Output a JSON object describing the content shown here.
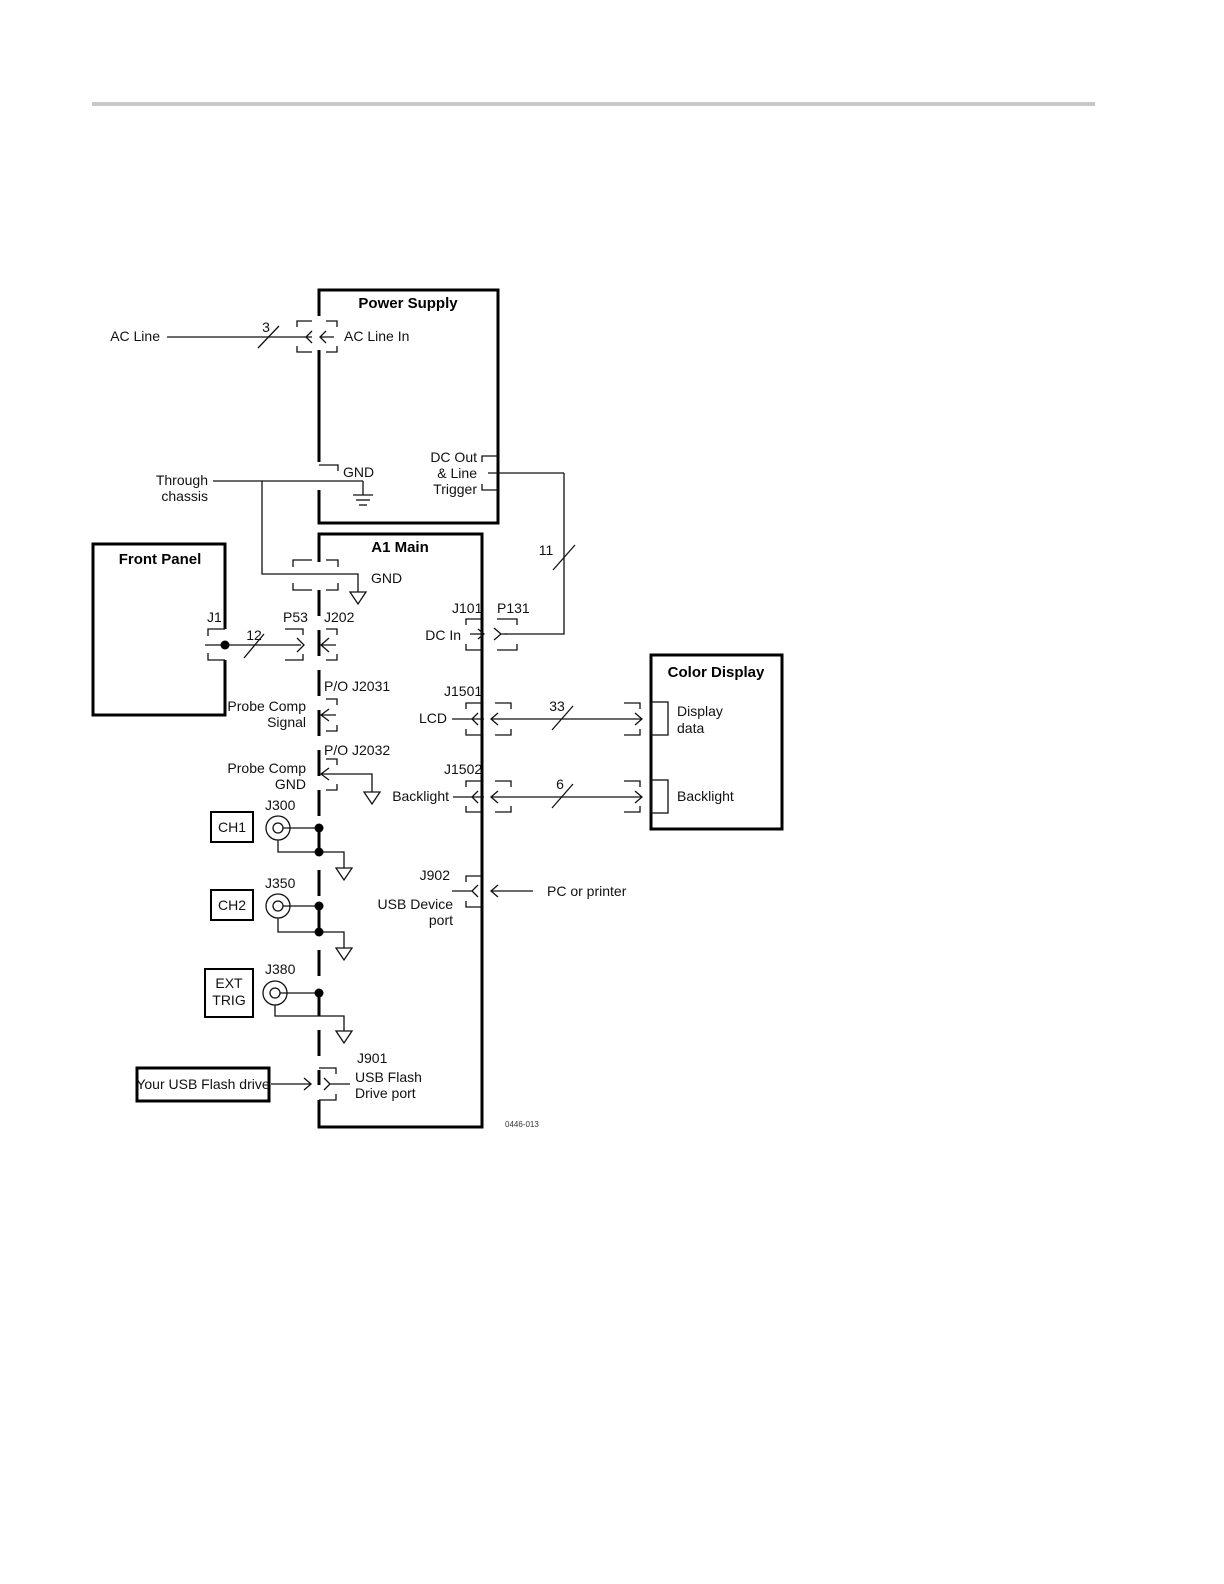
{
  "labels": {
    "power_supply": "Power Supply",
    "ac_line": "AC Line",
    "ac_line_count": "3",
    "ac_line_in": "AC Line In",
    "gnd_ps": "GND",
    "dc_out_1": "DC Out",
    "dc_out_2": "& Line",
    "dc_out_3": "Trigger",
    "through_1": "Through",
    "through_2": "chassis",
    "a1_main": "A1 Main",
    "gnd_a1": "GND",
    "count_11": "11",
    "front_panel": "Front Panel",
    "j1": "J1",
    "p53": "P53",
    "count_12": "12",
    "j202": "J202",
    "j101": "J101",
    "p131": "P131",
    "dc_in": "DC In",
    "color_display": "Color Display",
    "po_j2031": "P/O  J2031",
    "probe_comp_signal_1": "Probe Comp",
    "probe_comp_signal_2": "Signal",
    "j1501": "J1501",
    "lcd": "LCD",
    "count_33": "33",
    "display_data_1": "Display",
    "display_data_2": "data",
    "po_j2032": "P/O J2032",
    "probe_comp_gnd_1": "Probe Comp",
    "probe_comp_gnd_2": "GND",
    "j1502": "J1502",
    "backlight_a1": "Backlight",
    "count_6": "6",
    "backlight_disp": "Backlight",
    "j300": "J300",
    "ch1": "CH1",
    "j902": "J902",
    "pc_printer": "PC or printer",
    "usb_device_1": "USB Device",
    "usb_device_2": "port",
    "j350": "J350",
    "ch2": "CH2",
    "j380": "J380",
    "ext_trig_1": "EXT",
    "ext_trig_2": "TRIG",
    "j901": "J901",
    "usb_flash_1": "USB Flash",
    "usb_flash_2": "Drive port",
    "usb_flash_drive": "Your USB Flash drive",
    "figure_id": "0446-013"
  },
  "colors": {
    "rule": "#c8c8c8",
    "ink": "#000000"
  }
}
